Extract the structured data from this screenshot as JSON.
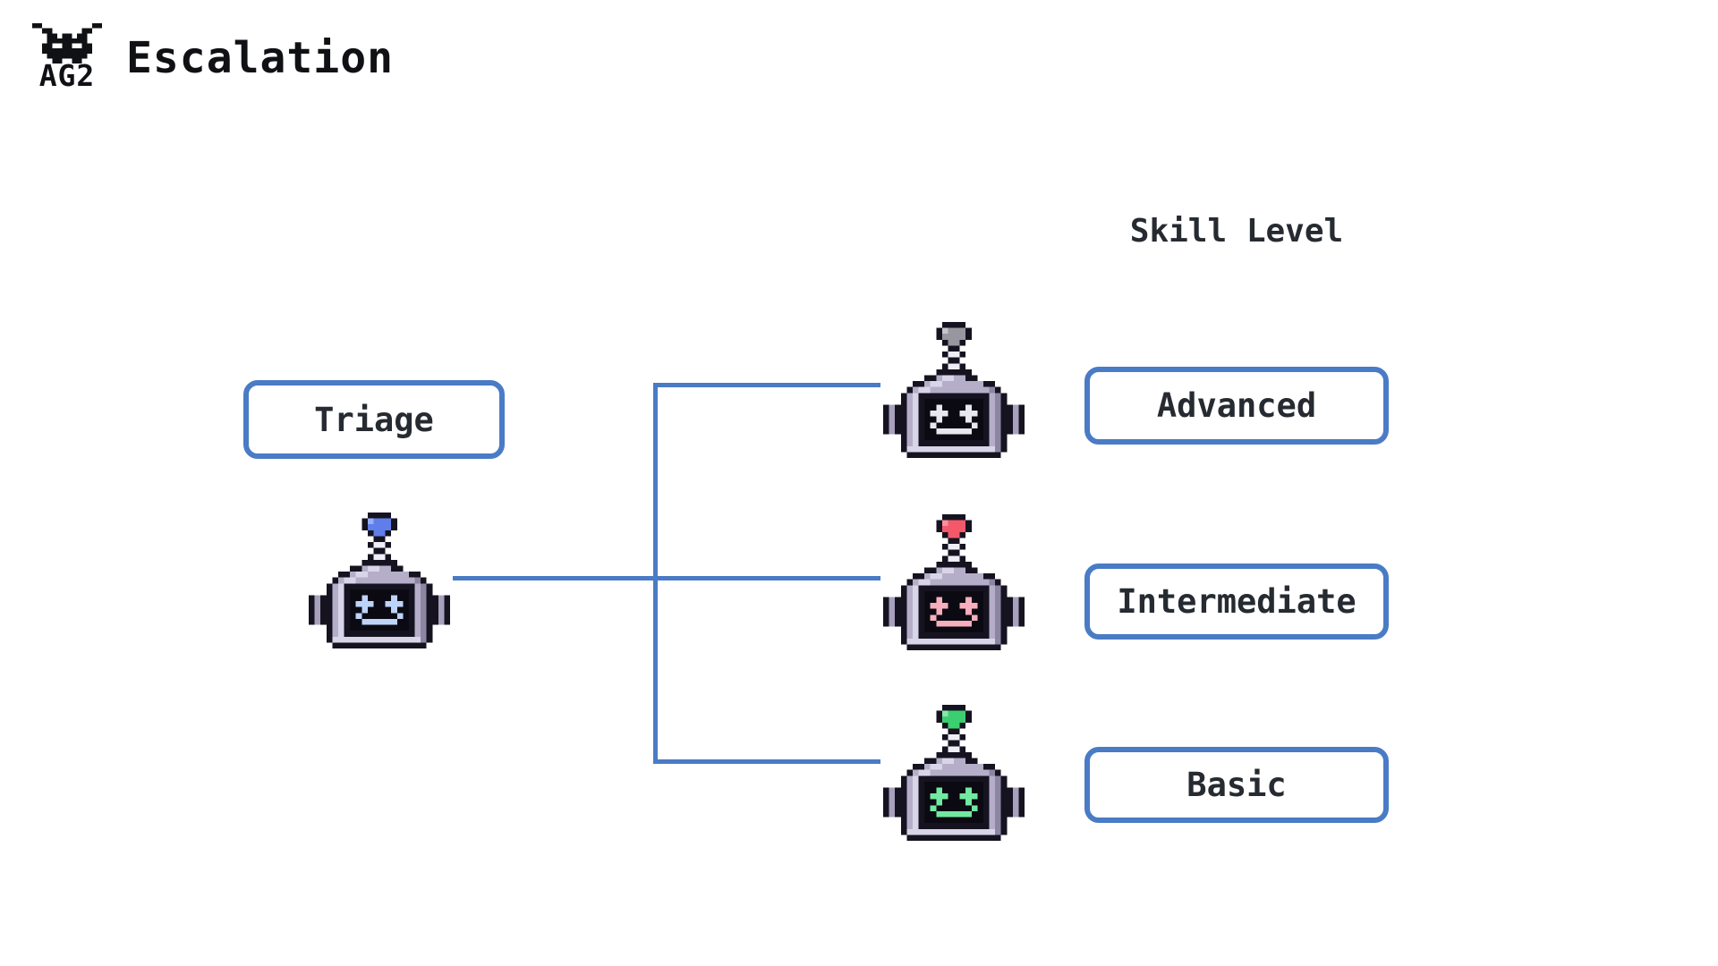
{
  "header": {
    "logo_text": "AG2",
    "title": "Escalation"
  },
  "diagram": {
    "column_label": "Skill Level",
    "source_node": {
      "label": "Triage"
    },
    "skill_nodes": [
      {
        "label": "Advanced"
      },
      {
        "label": "Intermediate"
      },
      {
        "label": "Basic"
      }
    ]
  },
  "theme": {
    "background": "#ffffff",
    "accent_blue": "#4a7bc5",
    "box_text": "#262b31",
    "title_text": "#101114"
  },
  "robot_palette": {
    "outline": "#161320",
    "body": "#b5aec9",
    "body_light": "#d9d5e8",
    "body_dark": "#8d86a3",
    "stem": "#efedf6",
    "ear": "#a8a1bd",
    "screen": "#0b0a12"
  },
  "robots": {
    "triage": {
      "role": "Triage agent",
      "antenna_color": "#5f7eea",
      "antenna_highlight": "#97aef7",
      "face_accent": "#bdd3f9"
    },
    "advanced": {
      "role": "Advanced agent",
      "antenna_color": "#98979f",
      "antenna_highlight": "#c6c5cc",
      "face_accent": "#e7e7ef"
    },
    "intermediate": {
      "role": "Intermediate agent",
      "antenna_color": "#f4596b",
      "antenna_highlight": "#f9909f",
      "face_accent": "#f7aebd"
    },
    "basic": {
      "role": "Basic agent",
      "antenna_color": "#3ccf71",
      "antenna_highlight": "#86e7ab",
      "face_accent": "#72e9a0"
    }
  }
}
